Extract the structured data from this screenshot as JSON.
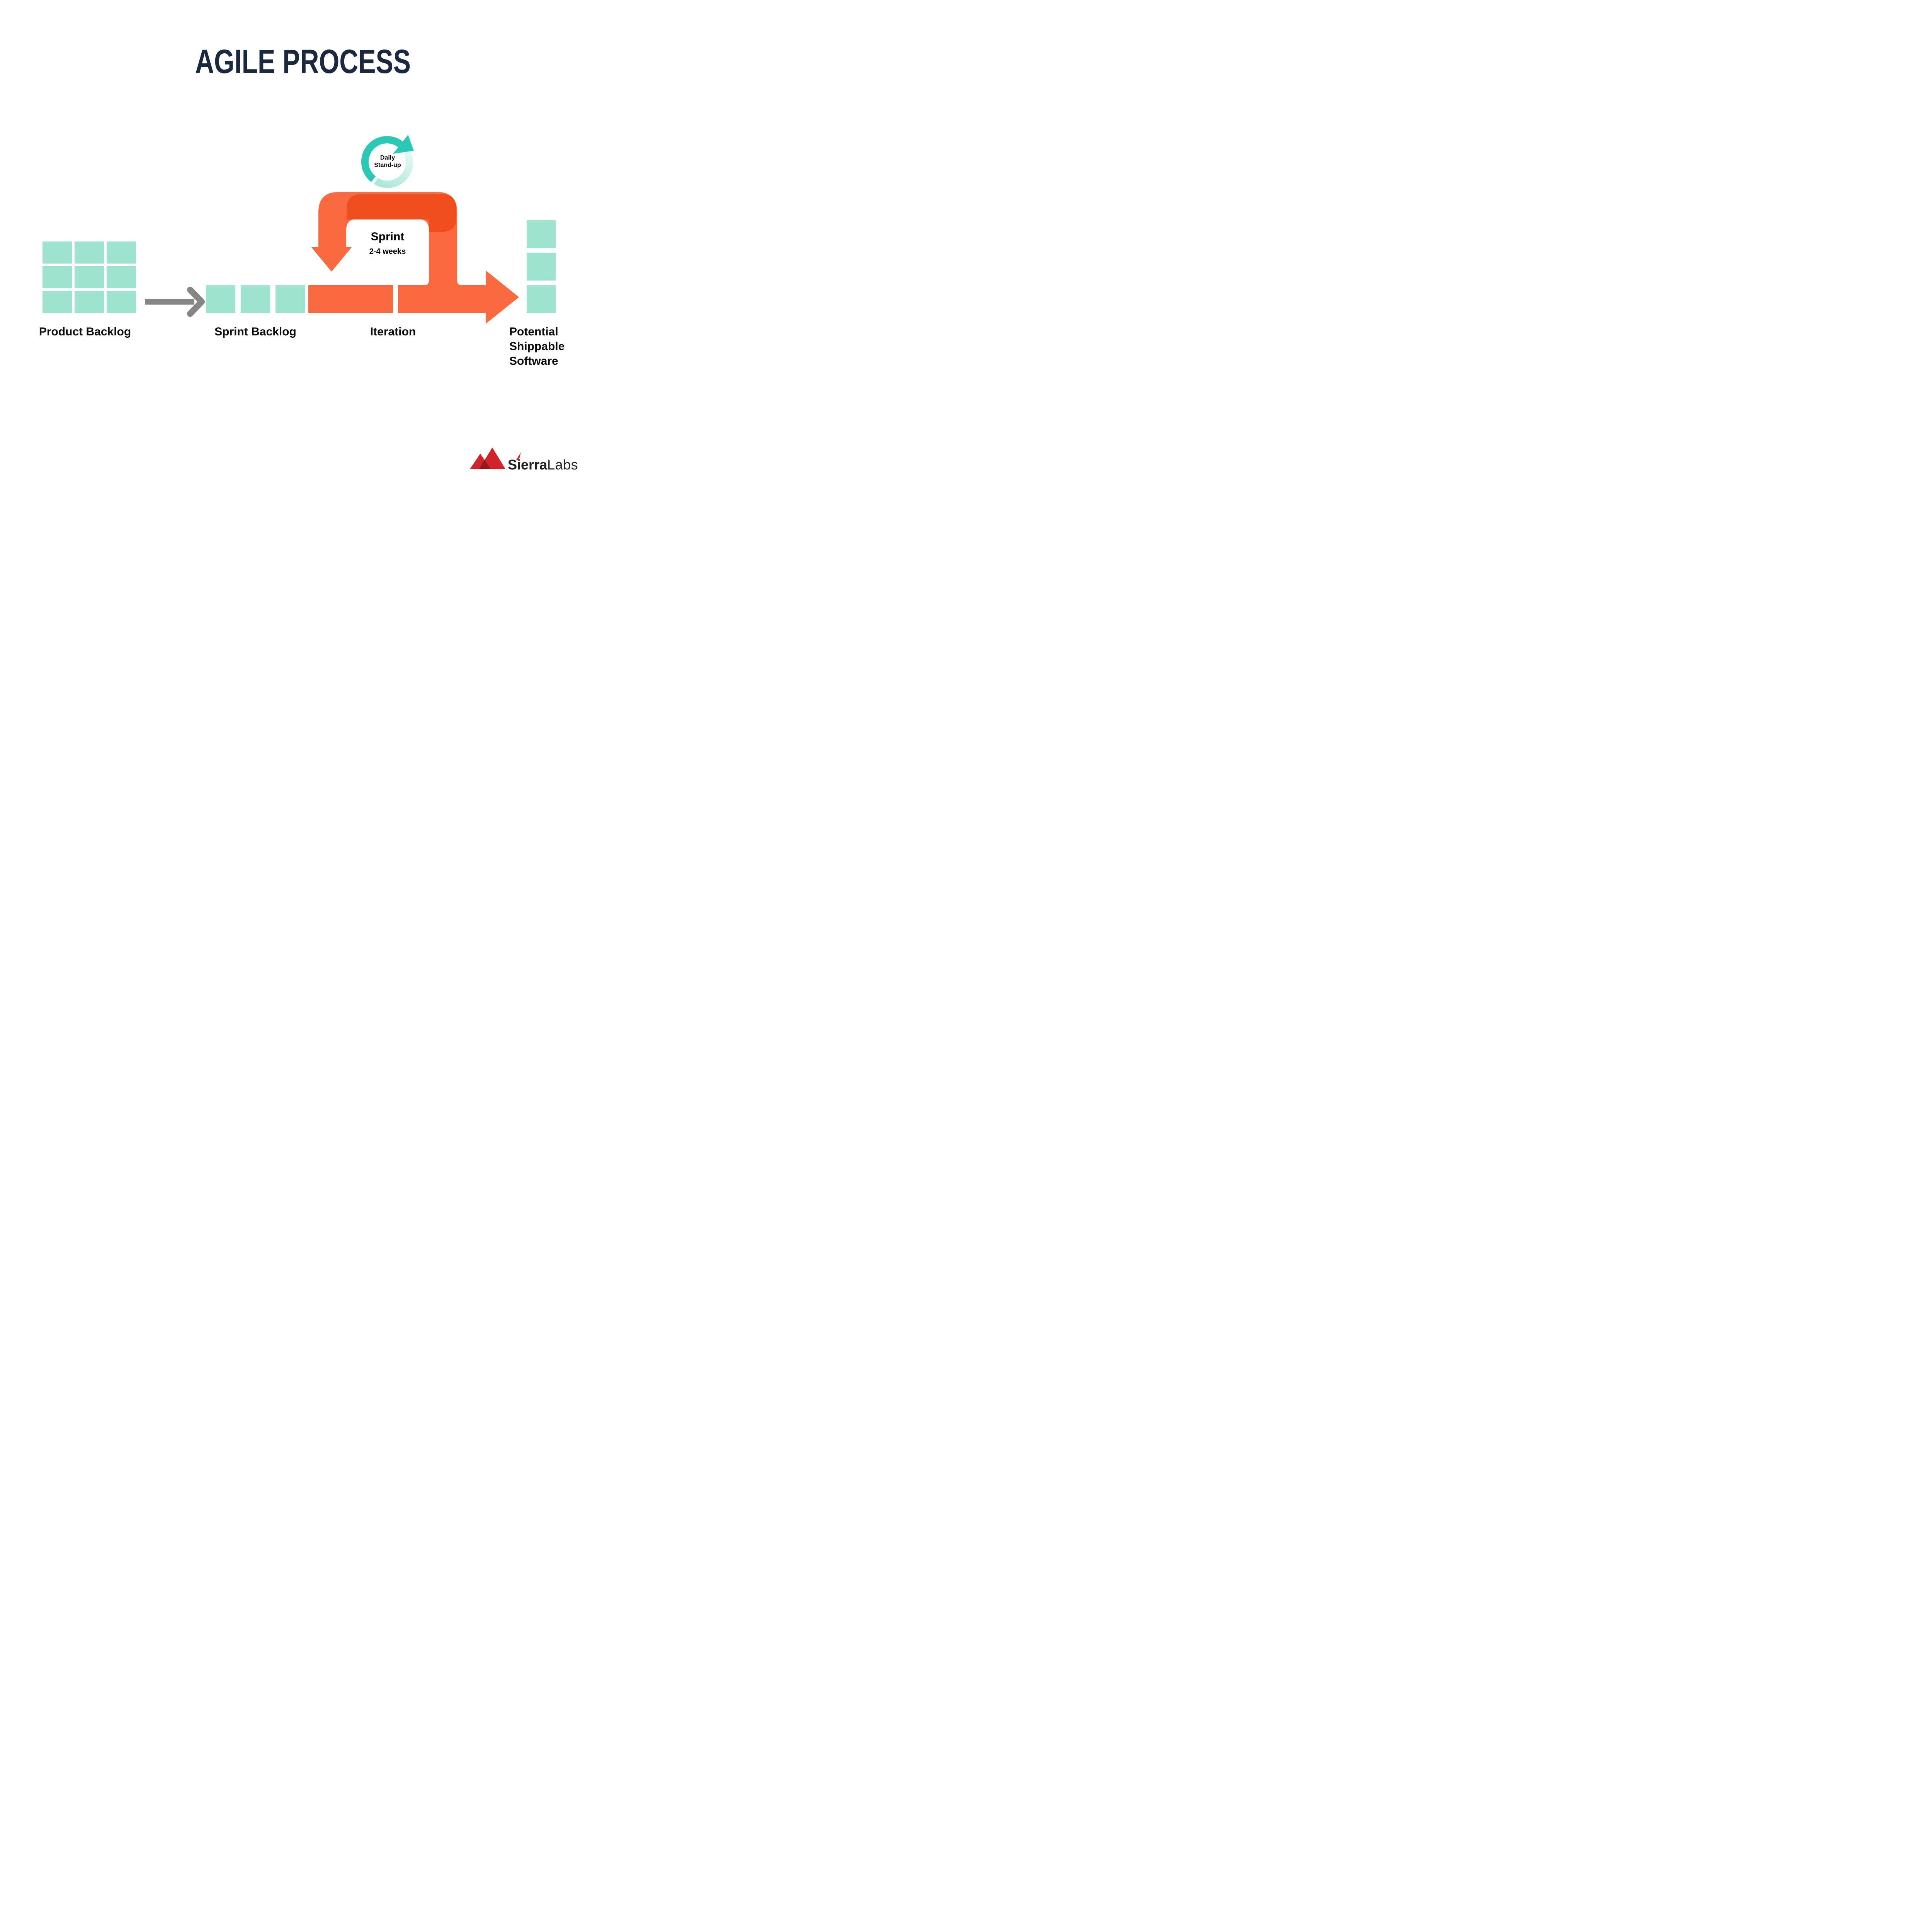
{
  "title": "AGILE PROCESS",
  "colors": {
    "navy": "#1B2940",
    "mint": "#9DE3CF",
    "orange": "#FB6A3E",
    "orange-dark": "#EF4D1E",
    "teal": "#2BC9B5",
    "gray-arrow": "#868686",
    "text-black": "#0C0C0C",
    "logo-red": "#D2232A",
    "logo-red-dark": "#931B20",
    "logo-text": "#231F20",
    "bg": "#FFFFFF"
  },
  "cycle_badge": {
    "line1": "Daily",
    "line2": "Stand-up"
  },
  "sprint": {
    "label": "Sprint",
    "duration": "2-4 weeks"
  },
  "stages": {
    "product_backlog": "Product Backlog",
    "sprint_backlog": "Sprint Backlog",
    "iteration": "Iteration",
    "potential_line1": "Potential",
    "potential_line2": "Shippable",
    "potential_line3": "Software"
  },
  "logo": {
    "brand_bold": "Sierra",
    "brand_light": "Labs"
  }
}
